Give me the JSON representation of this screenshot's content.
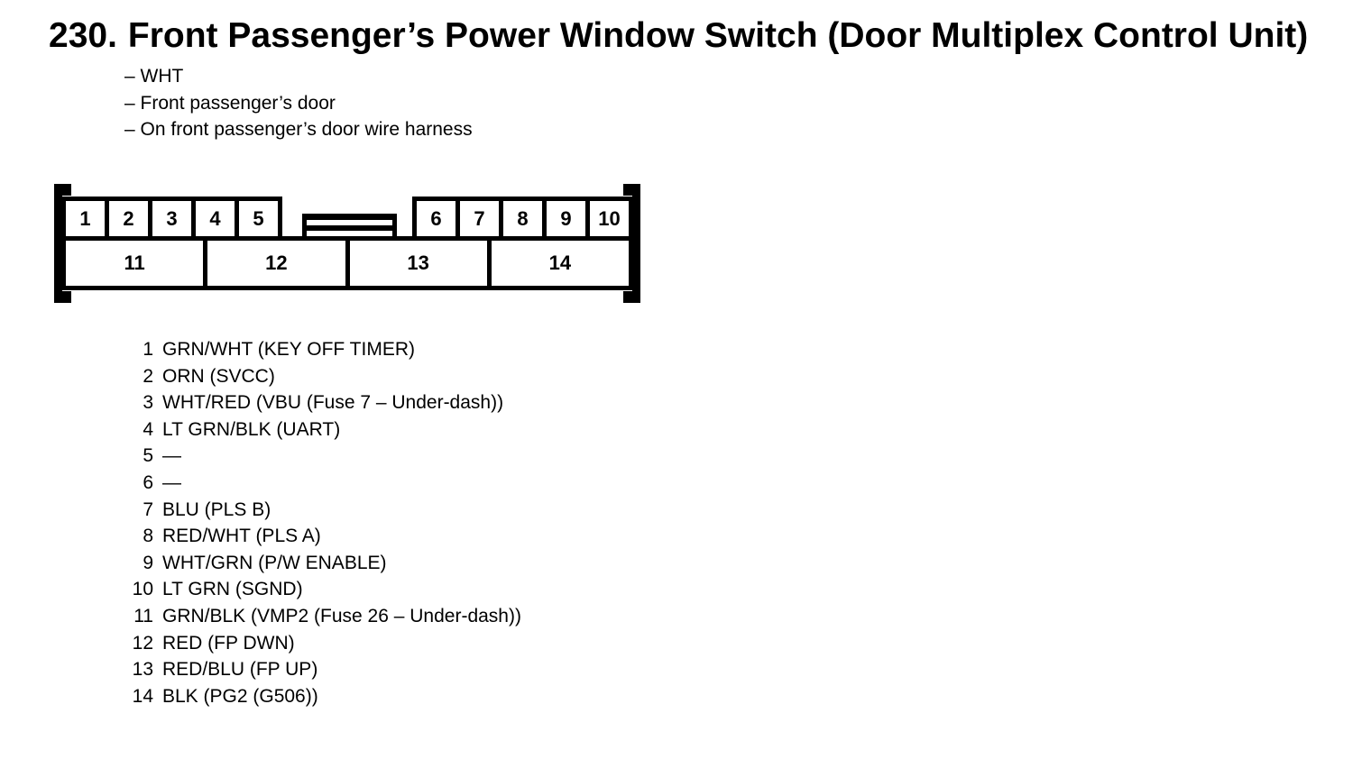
{
  "header": {
    "figure_number": "230.",
    "title": "Front Passenger’s Power Window Switch (Door Multiplex Control Unit)",
    "notes": [
      "– WHT",
      "– Front passenger’s door",
      "– On front passenger’s door wire harness"
    ]
  },
  "connector": {
    "top_row_left_cavities": [
      "1",
      "2",
      "3",
      "4",
      "5"
    ],
    "top_row_right_cavities": [
      "6",
      "7",
      "8",
      "9",
      "10"
    ],
    "bottom_row_cavities": [
      "11",
      "12",
      "13",
      "14"
    ]
  },
  "pinout": [
    {
      "pin": "1",
      "desc": "GRN/WHT (KEY OFF TIMER)"
    },
    {
      "pin": "2",
      "desc": "ORN (SVCC)"
    },
    {
      "pin": "3",
      "desc": "WHT/RED (VBU (Fuse 7 – Under-dash))"
    },
    {
      "pin": "4",
      "desc": "LT GRN/BLK (UART)"
    },
    {
      "pin": "5",
      "desc": "—"
    },
    {
      "pin": "6",
      "desc": "—"
    },
    {
      "pin": "7",
      "desc": "BLU (PLS B)"
    },
    {
      "pin": "8",
      "desc": "RED/WHT (PLS A)"
    },
    {
      "pin": "9",
      "desc": "WHT/GRN (P/W ENABLE)"
    },
    {
      "pin": "10",
      "desc": "LT GRN (SGND)"
    },
    {
      "pin": "11",
      "desc": "GRN/BLK (VMP2 (Fuse 26 – Under-dash))"
    },
    {
      "pin": "12",
      "desc": "RED (FP DWN)"
    },
    {
      "pin": "13",
      "desc": "RED/BLU (FP UP)"
    },
    {
      "pin": "14",
      "desc": "BLK (PG2 (G506))"
    }
  ],
  "colors": {
    "ink": "#000000",
    "paper": "#ffffff"
  }
}
